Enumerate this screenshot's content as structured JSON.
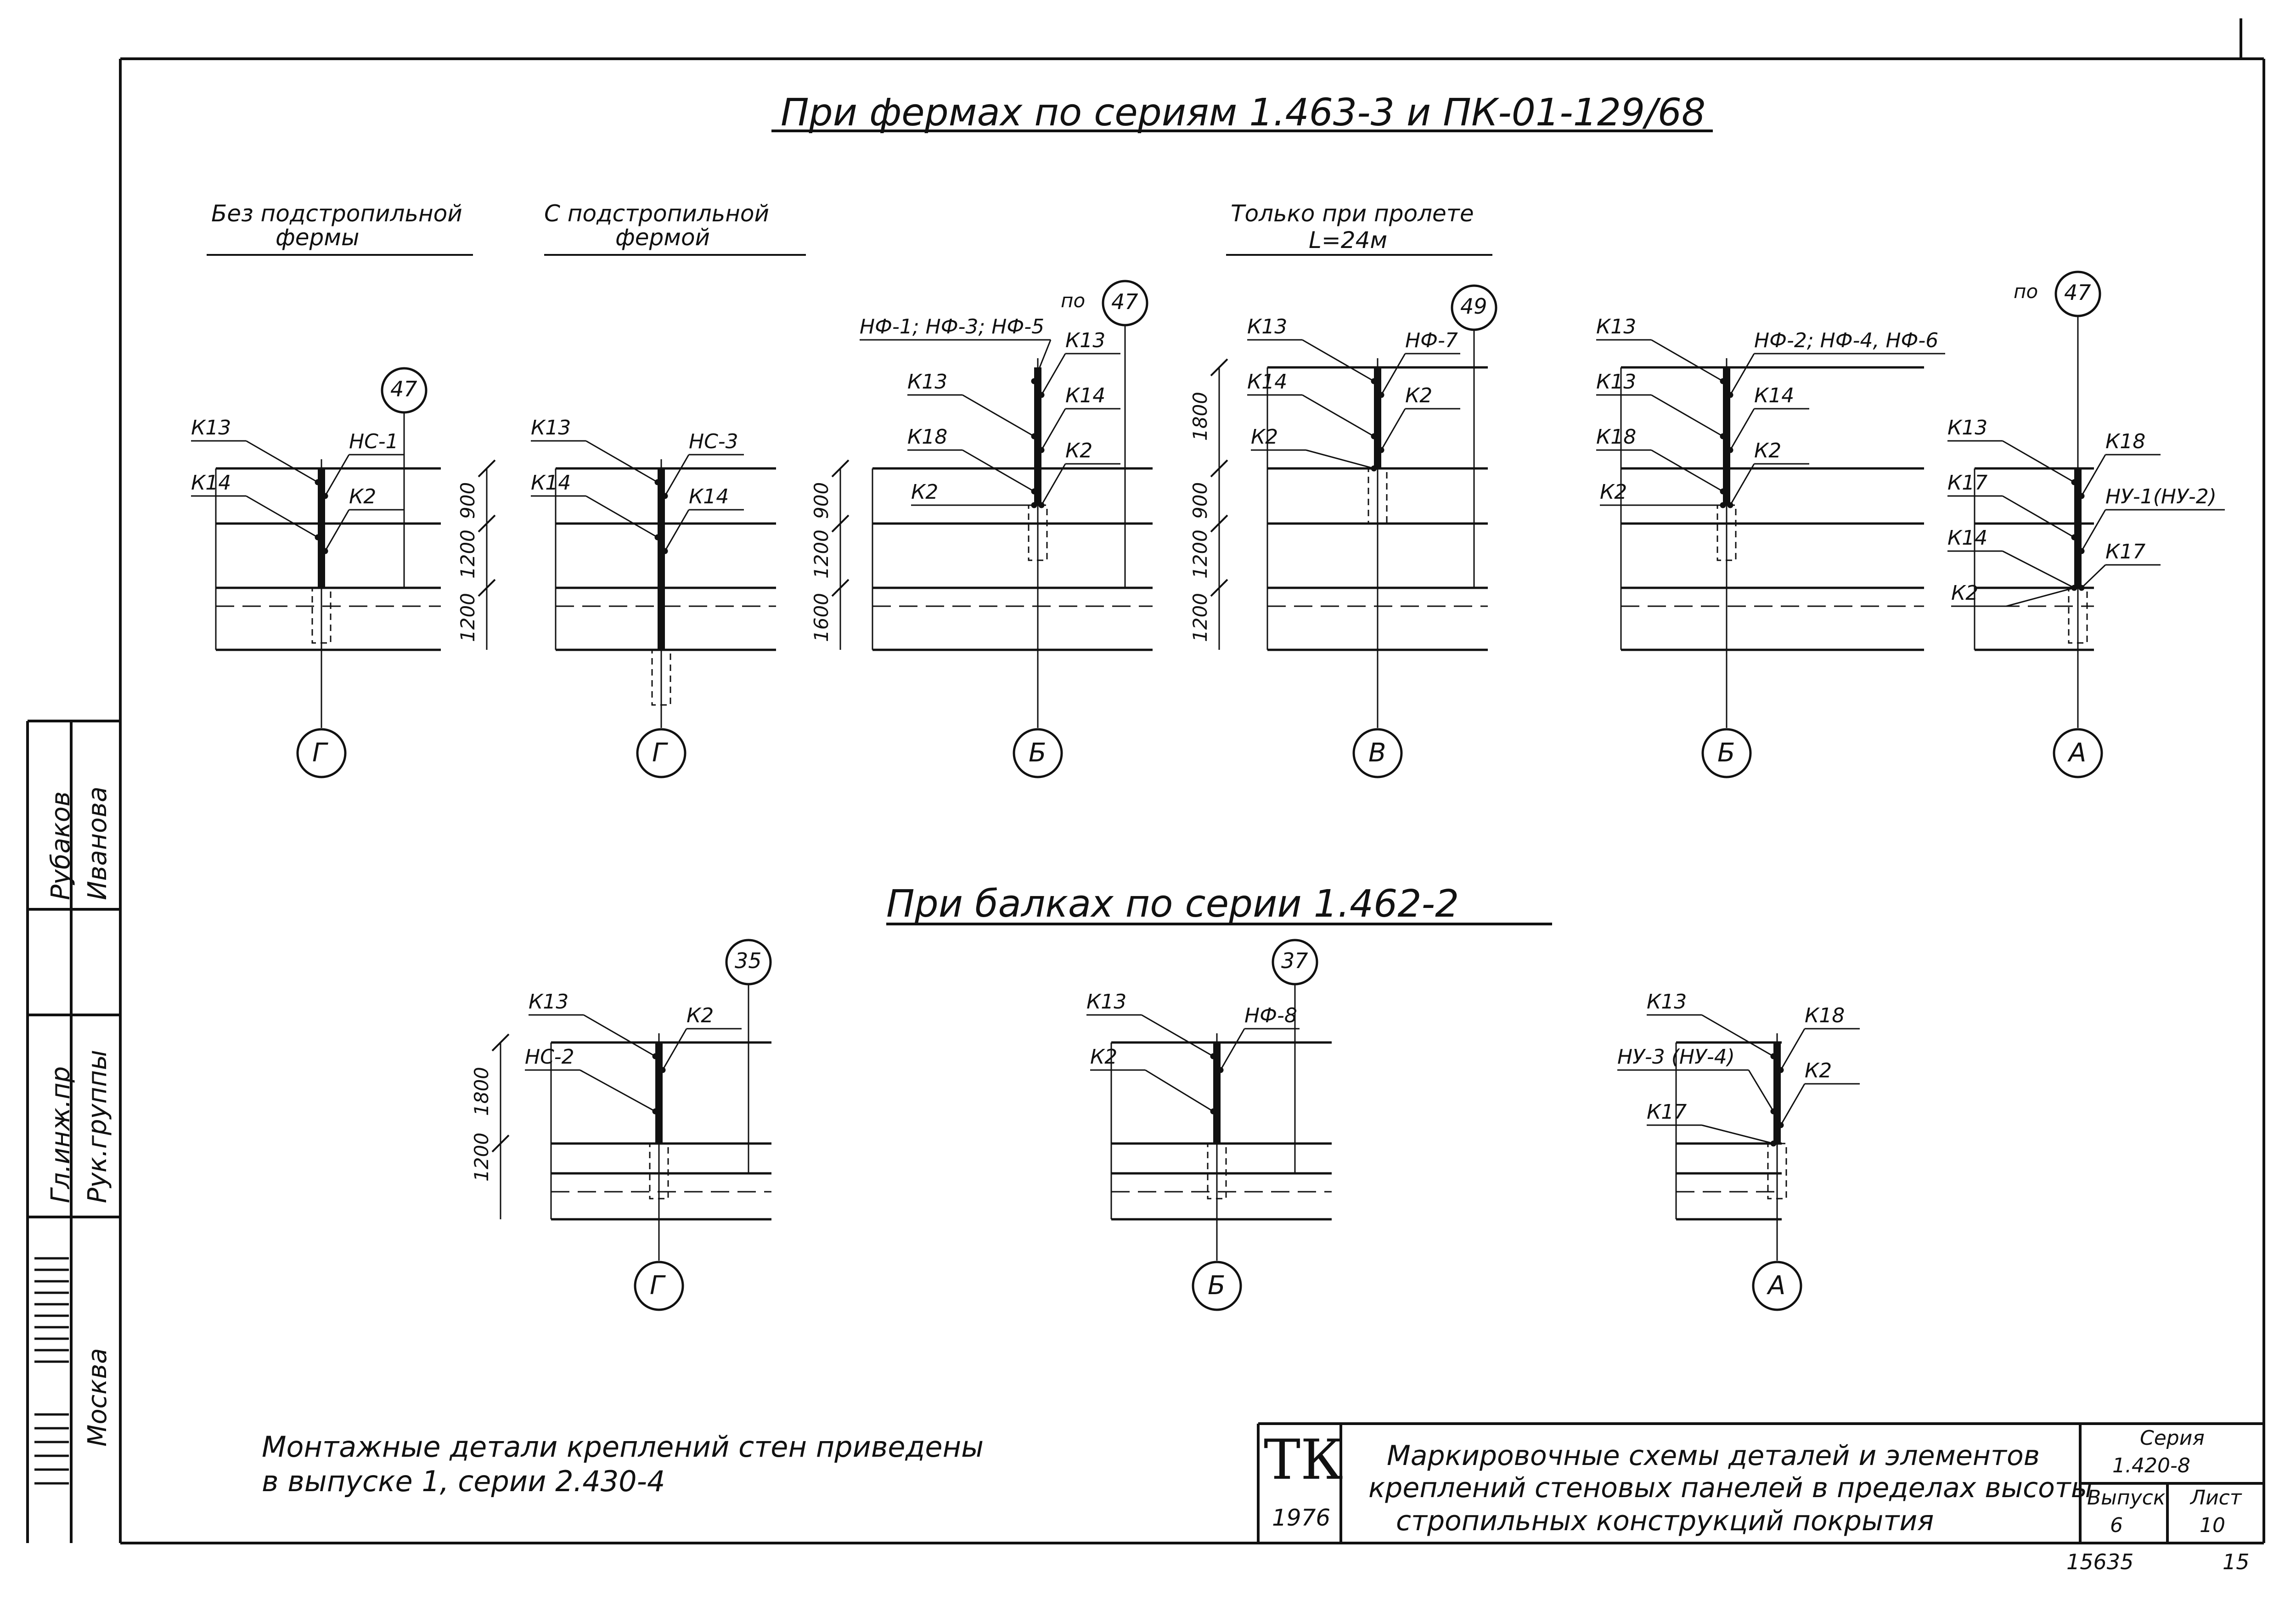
{
  "headings": {
    "trusses": "При фермах по сериям 1.463-3 и ПК-01-129/68",
    "beams": "При балках по серии 1.462-2"
  },
  "subheadings": {
    "without_subtruss": [
      "Без подстропильной",
      "фермы"
    ],
    "with_subtruss": [
      "С подстропильной",
      "фермой"
    ],
    "span_only": [
      "Только при пролете",
      "L=24м"
    ]
  },
  "top_diagrams": [
    {
      "axis": "Г",
      "ref": "47",
      "labels": [
        "К13",
        "НС-1",
        "К14",
        "К2"
      ],
      "dims": [
        "900",
        "1200",
        "1200"
      ]
    },
    {
      "axis": "Г",
      "ref": "",
      "labels": [
        "К13",
        "НС-3",
        "К14",
        "К14"
      ],
      "dims": []
    },
    {
      "axis": "Б",
      "ref": "по 47",
      "labels": [
        "НФ-1; НФ-3; НФ-5",
        "К13",
        "К13",
        "К14",
        "К18",
        "К2",
        "К2"
      ],
      "dims": [
        "900",
        "1200",
        "1600"
      ]
    },
    {
      "axis": "В",
      "ref": "49",
      "labels": [
        "К13",
        "НФ-7",
        "К14",
        "К2",
        "К2"
      ],
      "dims": [
        "1800",
        "900",
        "1200",
        "1200"
      ]
    },
    {
      "axis": "Б",
      "ref": "",
      "labels": [
        "К13",
        "НФ-2; НФ-4, НФ-6",
        "К13",
        "К14",
        "К18",
        "К2",
        "К2"
      ],
      "dims": []
    },
    {
      "axis": "А",
      "ref": "по 47",
      "labels": [
        "К13",
        "К18",
        "К17",
        "НУ-1(НУ-2)",
        "К14",
        "К17",
        "К2"
      ],
      "dims": []
    }
  ],
  "bottom_diagrams": [
    {
      "axis": "Г",
      "ref": "35",
      "labels": [
        "К13",
        "К2",
        "НС-2"
      ],
      "dims": [
        "1800",
        "1200"
      ]
    },
    {
      "axis": "Б",
      "ref": "37",
      "labels": [
        "К13",
        "НФ-8",
        "К2"
      ],
      "dims": []
    },
    {
      "axis": "А",
      "ref": "",
      "labels": [
        "К13",
        "К18",
        "НУ-3 (НУ-4)",
        "К2",
        "К17"
      ],
      "dims": []
    }
  ],
  "note": [
    "Монтажные детали креплений стен приведены",
    "в выпуске 1, серии 2.430-4"
  ],
  "title_block": {
    "logo": "ТК",
    "year": "1976",
    "description": [
      "Маркировочные схемы деталей и элементов",
      "креплений стеновых панелей в пределах высоты",
      "стропильных конструкций покрытия"
    ],
    "series_label": "Серия",
    "series_value": "1.420-8",
    "issue_label": "Выпуск",
    "issue_value": "6",
    "sheet_label": "Лист",
    "sheet_value": "10",
    "archive_no": "15635",
    "page_no": "15"
  },
  "signature_block": {
    "roles": [
      "Гл.инж.пр",
      "Рук.группы"
    ],
    "names": [
      "Рубаков",
      "Иванова"
    ],
    "city": "Москва"
  }
}
